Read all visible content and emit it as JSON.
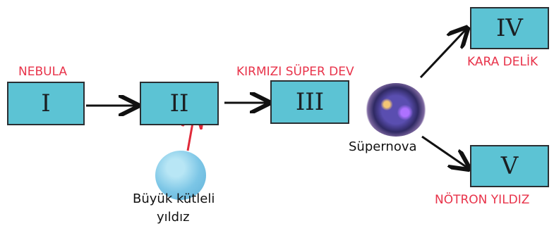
{
  "boxes": [
    {
      "id": "I",
      "label": "I"
    },
    {
      "id": "II",
      "label": "II"
    },
    {
      "id": "III",
      "label": "III"
    },
    {
      "id": "IV",
      "label": "IV"
    },
    {
      "id": "V",
      "label": "V"
    }
  ],
  "labels": {
    "nebula": "NEBULA",
    "red_supergiant": "KIRMIZI SÜPER DEV",
    "black_hole": "KARA DELİK",
    "neutron_star": "NÖTRON YILDIZ",
    "supernova": "Süpernova",
    "massive_star_line1": "Büyük kütleli",
    "massive_star_line2": "yıldız"
  },
  "colors": {
    "box_fill": "#5cc3d4",
    "box_border": "#2a2f33",
    "label_red": "#e8334a",
    "arrow_black": "#111111",
    "arrow_red": "#e02a3a"
  }
}
